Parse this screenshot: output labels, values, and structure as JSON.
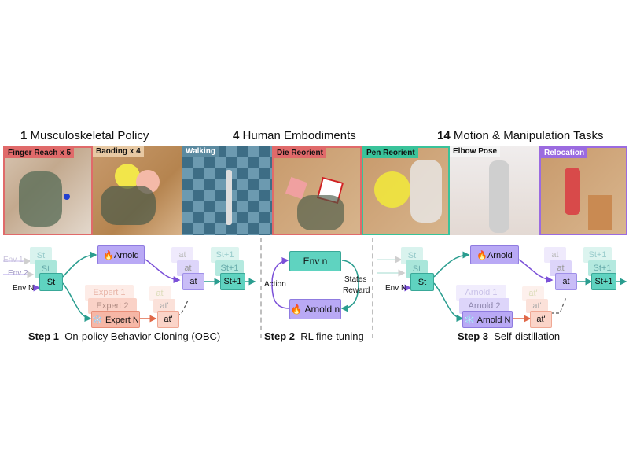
{
  "headers": {
    "policy_num": "1",
    "policy_text": "Musculoskeletal Policy",
    "emb_num": "4",
    "emb_text": "Human Embodiments",
    "tasks_num": "14",
    "tasks_text": "Motion & Manipulation Tasks"
  },
  "panels": [
    {
      "label": "Finger Reach x 5",
      "color": "#e06a6a"
    },
    {
      "label": "Baoding x 4",
      "color": "#b08a60"
    },
    {
      "label": "Walking",
      "color": "#4f7f95"
    },
    {
      "label": "Die Reorient",
      "color": "#e06a6a"
    },
    {
      "label": "Pen Reorient",
      "color": "#39c39a"
    },
    {
      "label": "Elbow Pose",
      "color": "#9aa3b0"
    },
    {
      "label": "Relocation",
      "color": "#9b6be0"
    }
  ],
  "step1": {
    "env1": "Env 1",
    "env2": "Env 2",
    "envN": "Env N",
    "s_t": "St",
    "arnold": "🔥Arnold",
    "a_t": "at",
    "s_t1": "St+1",
    "expert1": "Expert 1",
    "expert2": "Expert 2",
    "expertN": "❄️ Expert N",
    "a_t_prime": "at'",
    "caption_bold": "Step 1",
    "caption_text": "On-policy Behavior Cloning (OBC)"
  },
  "step2": {
    "env": "Env n",
    "arnold": "🔥 Arnold n",
    "action": "Action",
    "states": "States",
    "reward": "Reward",
    "caption_bold": "Step 2",
    "caption_text": "RL fine-tuning"
  },
  "step3": {
    "envN": "Env N",
    "s_t": "St",
    "arnold": "🔥Arnold",
    "a_t": "at",
    "s_t1": "St+1",
    "arnold1": "Arnold 1",
    "arnold2": "Arnold 2",
    "arnoldN": "❄️ Arnold N",
    "a_t_prime": "at'",
    "caption_bold": "Step 3",
    "caption_text": "Self-distillation"
  },
  "colors": {
    "teal": "#5fd3c0",
    "purple": "#b9a9f5",
    "salmon": "#f6b7a6",
    "pale_purple": "#e6e0fb"
  }
}
